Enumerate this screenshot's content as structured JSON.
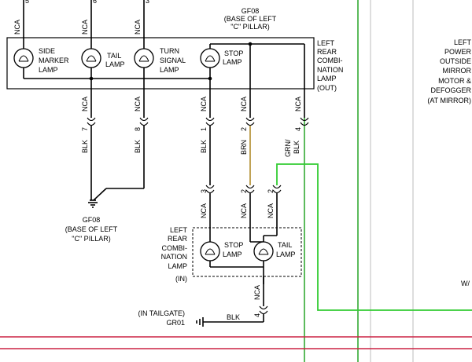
{
  "colors": {
    "wire": "#000000",
    "brown_wire": "#b08a2a",
    "green_wire": "#33cc33",
    "rail_green": "#33aa33",
    "rail_gray": "#c8c8c8",
    "rail_red": "#cc2244"
  },
  "top_ground": {
    "code": "GF08",
    "line1": "(BASE OF LEFT",
    "line2": "\"C\" PILLAR)"
  },
  "upper_lamps": {
    "side_marker": [
      "SIDE",
      "MARKER",
      "LAMP"
    ],
    "tail": [
      "TAIL",
      "LAMP"
    ],
    "turn_signal": [
      "TURN",
      "SIGNAL",
      "LAMP"
    ],
    "stop": [
      "STOP",
      "LAMP"
    ]
  },
  "upper_assembly": [
    "LEFT",
    "REAR",
    "COMBI-",
    "NATION",
    "LAMP",
    "(OUT)"
  ],
  "upper_top_pins": [
    "5",
    "6",
    "3"
  ],
  "upper_wires": [
    {
      "nca": "NCA",
      "pin": "7",
      "color": "BLK"
    },
    {
      "nca": "NCA",
      "pin": "8",
      "color": "BLK"
    },
    {
      "nca": "NCA",
      "pin": "1",
      "color": "BLK"
    },
    {
      "nca": "NCA",
      "pin": "2",
      "color": "BRN"
    },
    {
      "nca": "NCA",
      "pin": "4",
      "color": "GRN/ BLK"
    }
  ],
  "top_nca": [
    "NCA",
    "NCA",
    "NCA"
  ],
  "bottom_ground": {
    "code": "GF08",
    "line1": "(BASE OF LEFT",
    "line2": "\"C\" PILLAR)"
  },
  "lower_pins": [
    {
      "pin": "3",
      "nca": "NCA"
    },
    {
      "pin": "2",
      "nca": "NCA"
    },
    {
      "pin": "2",
      "nca": "NCA"
    }
  ],
  "lower_lamps": {
    "stop": [
      "STOP",
      "LAMP"
    ],
    "tail": [
      "TAIL",
      "LAMP"
    ]
  },
  "lower_assembly": [
    "LEFT",
    "REAR",
    "COMBI-",
    "NATION",
    "LAMP",
    "(IN)"
  ],
  "lower_out": {
    "nca": "NCA",
    "pin": "4"
  },
  "tailgate": {
    "location": "(IN TAILGATE)",
    "code": "GR01",
    "wire": "BLK"
  },
  "right_block": [
    "LEFT",
    "POWER",
    "OUTSIDE",
    "MIRROR",
    "MOTOR &",
    "DEFOGGER",
    "(AT MIRROR)"
  ],
  "edge_label": "W/"
}
